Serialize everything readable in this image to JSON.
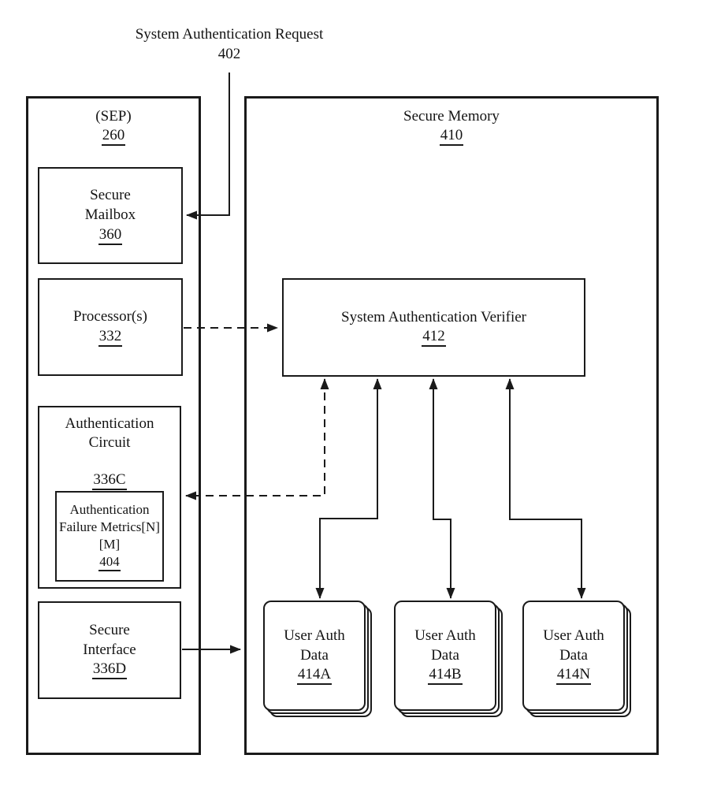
{
  "figure": {
    "background": "#ffffff",
    "line_color": "#1a1a1a"
  },
  "request_label": {
    "text": "System Authentication Request",
    "ref": "402"
  },
  "sep": {
    "title": "(SEP)",
    "ref": "260"
  },
  "secure_mailbox": {
    "title": "Secure Mailbox",
    "ref": "360"
  },
  "processors": {
    "title": "Processor(s)",
    "ref": "332"
  },
  "auth_circuit": {
    "title": "Authentication Circuit",
    "ref": "336C"
  },
  "auth_failure_metrics": {
    "title": "Authentication Failure Metrics[N][M]",
    "ref": "404"
  },
  "secure_interface": {
    "title": "Secure Interface",
    "ref": "336D"
  },
  "secure_memory": {
    "title": "Secure Memory",
    "ref": "410"
  },
  "verifier": {
    "title": "System Authentication Verifier",
    "ref": "412"
  },
  "user_auth_data": [
    {
      "title": "User Auth Data",
      "ref": "414A"
    },
    {
      "title": "User Auth Data",
      "ref": "414B"
    },
    {
      "title": "User Auth Data",
      "ref": "414N"
    }
  ]
}
